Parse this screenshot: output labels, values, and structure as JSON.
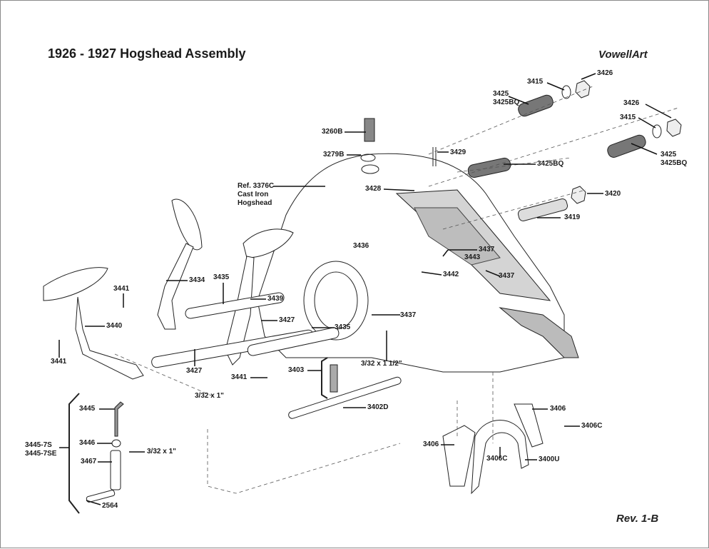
{
  "title": "1926 - 1927 Hogshead Assembly",
  "brand": "VowellArt",
  "revision": "Rev. 1-B",
  "part_labels": [
    {
      "id": "3415a",
      "text": "3415"
    },
    {
      "id": "3426a",
      "text": "3426"
    },
    {
      "id": "3425a",
      "text": "3425"
    },
    {
      "id": "3425bqa",
      "text": "3425BQ"
    },
    {
      "id": "3426b",
      "text": "3426"
    },
    {
      "id": "3415b",
      "text": "3415"
    },
    {
      "id": "3425b",
      "text": "3425"
    },
    {
      "id": "3425bqb",
      "text": "3425BQ"
    },
    {
      "id": "3260b",
      "text": "3260B"
    },
    {
      "id": "3279b",
      "text": "3279B"
    },
    {
      "id": "3429",
      "text": "3429"
    },
    {
      "id": "3425bqc",
      "text": "3425BQ"
    },
    {
      "id": "ref1",
      "text": "Ref. 3376C"
    },
    {
      "id": "ref2",
      "text": "Cast Iron"
    },
    {
      "id": "ref3",
      "text": "Hogshead"
    },
    {
      "id": "3428",
      "text": "3428"
    },
    {
      "id": "3420",
      "text": "3420"
    },
    {
      "id": "3419",
      "text": "3419"
    },
    {
      "id": "3436",
      "text": "3436"
    },
    {
      "id": "3437a",
      "text": "3437"
    },
    {
      "id": "3443",
      "text": "3443"
    },
    {
      "id": "3442",
      "text": "3442"
    },
    {
      "id": "3437b",
      "text": "3437"
    },
    {
      "id": "3434",
      "text": "3434"
    },
    {
      "id": "3435a",
      "text": "3435"
    },
    {
      "id": "3441a",
      "text": "3441"
    },
    {
      "id": "3439",
      "text": "3439"
    },
    {
      "id": "3427a",
      "text": "3427"
    },
    {
      "id": "3437c",
      "text": "3437"
    },
    {
      "id": "3440",
      "text": "3440"
    },
    {
      "id": "3435b",
      "text": "3435"
    },
    {
      "id": "3441b",
      "text": "3441"
    },
    {
      "id": "3427b",
      "text": "3427"
    },
    {
      "id": "3441c",
      "text": "3441"
    },
    {
      "id": "pin1",
      "text": "3/32 x 1 1/2\""
    },
    {
      "id": "3403",
      "text": "3403"
    },
    {
      "id": "pin2",
      "text": "3/32 x 1\""
    },
    {
      "id": "3445",
      "text": "3445"
    },
    {
      "id": "3402d",
      "text": "3402D"
    },
    {
      "id": "3406a",
      "text": "3406"
    },
    {
      "id": "3406ca",
      "text": "3406C"
    },
    {
      "id": "ks1",
      "text": "3445-7S"
    },
    {
      "id": "ks2",
      "text": "3445-7SE"
    },
    {
      "id": "3446",
      "text": "3446"
    },
    {
      "id": "pin3",
      "text": "3/32 x 1\""
    },
    {
      "id": "3406b",
      "text": "3406"
    },
    {
      "id": "3406cb",
      "text": "3406C"
    },
    {
      "id": "3400u",
      "text": "3400U"
    },
    {
      "id": "3467",
      "text": "3467"
    },
    {
      "id": "2564",
      "text": "2564"
    }
  ]
}
